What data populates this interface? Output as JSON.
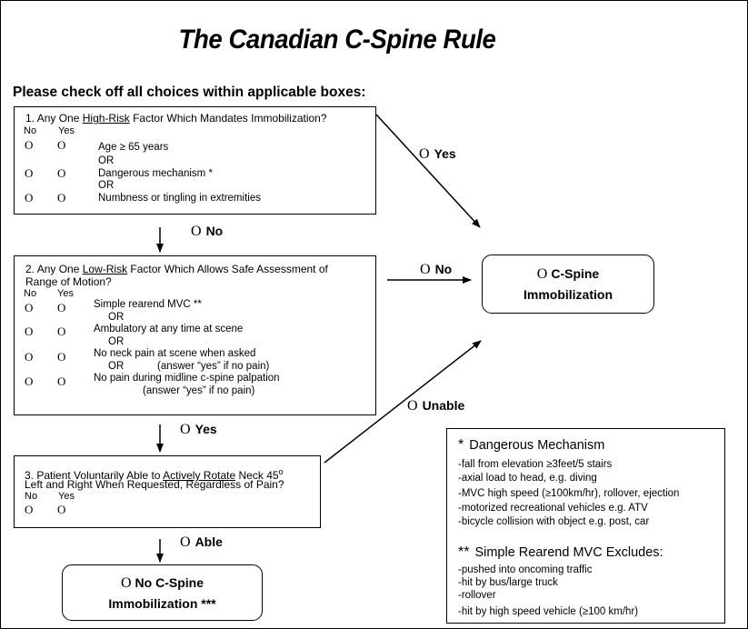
{
  "title": "The Canadian C-Spine Rule",
  "instruction": "Please check off all choices within applicable boxes:",
  "checkbox_glyph": "O",
  "question1": {
    "number": "1.",
    "pre": "Any One",
    "underlined": "High-Risk",
    "post": "Factor Which Mandates Immobilization?",
    "col_no": "No",
    "col_yes": "Yes",
    "items": [
      "Age ≥ 65 years",
      "Dangerous mechanism *",
      "Numbness or tingling in extremities"
    ],
    "or": "OR"
  },
  "question2": {
    "number": "2.",
    "pre": "Any One",
    "underlined": "Low-Risk",
    "post": "Factor Which Allows Safe Assessment of",
    "line2": "Range of Motion?",
    "col_no": "No",
    "col_yes": "Yes",
    "items": [
      "Simple rearend MVC **",
      "Ambulatory at any time at scene",
      "No neck pain at scene when asked",
      "No pain during midline c-spine palpation"
    ],
    "or": "OR",
    "note": "(answer “yes” if no pain)"
  },
  "question3": {
    "number": "3.",
    "pre": "Patient Voluntarily Able to",
    "underlined": "Actively Rotate",
    "post": "Neck 45",
    "degree": "o",
    "line2": "Left and Right When Requested, Regardless of Pain?",
    "col_no": "No",
    "col_yes": "Yes"
  },
  "arrow_labels": {
    "yes1": "Yes",
    "no1": "No",
    "no2": "No",
    "yes2": "Yes",
    "unable": "Unable",
    "able": "Able"
  },
  "outcome_immobilize": {
    "line1": "C-Spine",
    "line2": "Immobilization"
  },
  "outcome_no_immobilize": {
    "line1": "No C-Spine",
    "line2": "Immobilization ***"
  },
  "dangerous_mechanism": {
    "asterisk": "*",
    "heading": "Dangerous Mechanism",
    "items": [
      "-fall from elevation ≥3feet/5 stairs",
      "-axial load to head, e.g. diving",
      "-MVC high speed (≥100km/hr), rollover, ejection",
      "-motorized recreational vehicles e.g. ATV",
      "-bicycle collision with object e.g. post, car"
    ]
  },
  "simple_rearend": {
    "asterisk": "**",
    "heading": "Simple Rearend MVC Excludes:",
    "items": [
      "-pushed into oncoming traffic",
      "-hit by bus/large truck",
      "-rollover",
      "-hit by high speed vehicle (≥100 km/hr)"
    ]
  }
}
